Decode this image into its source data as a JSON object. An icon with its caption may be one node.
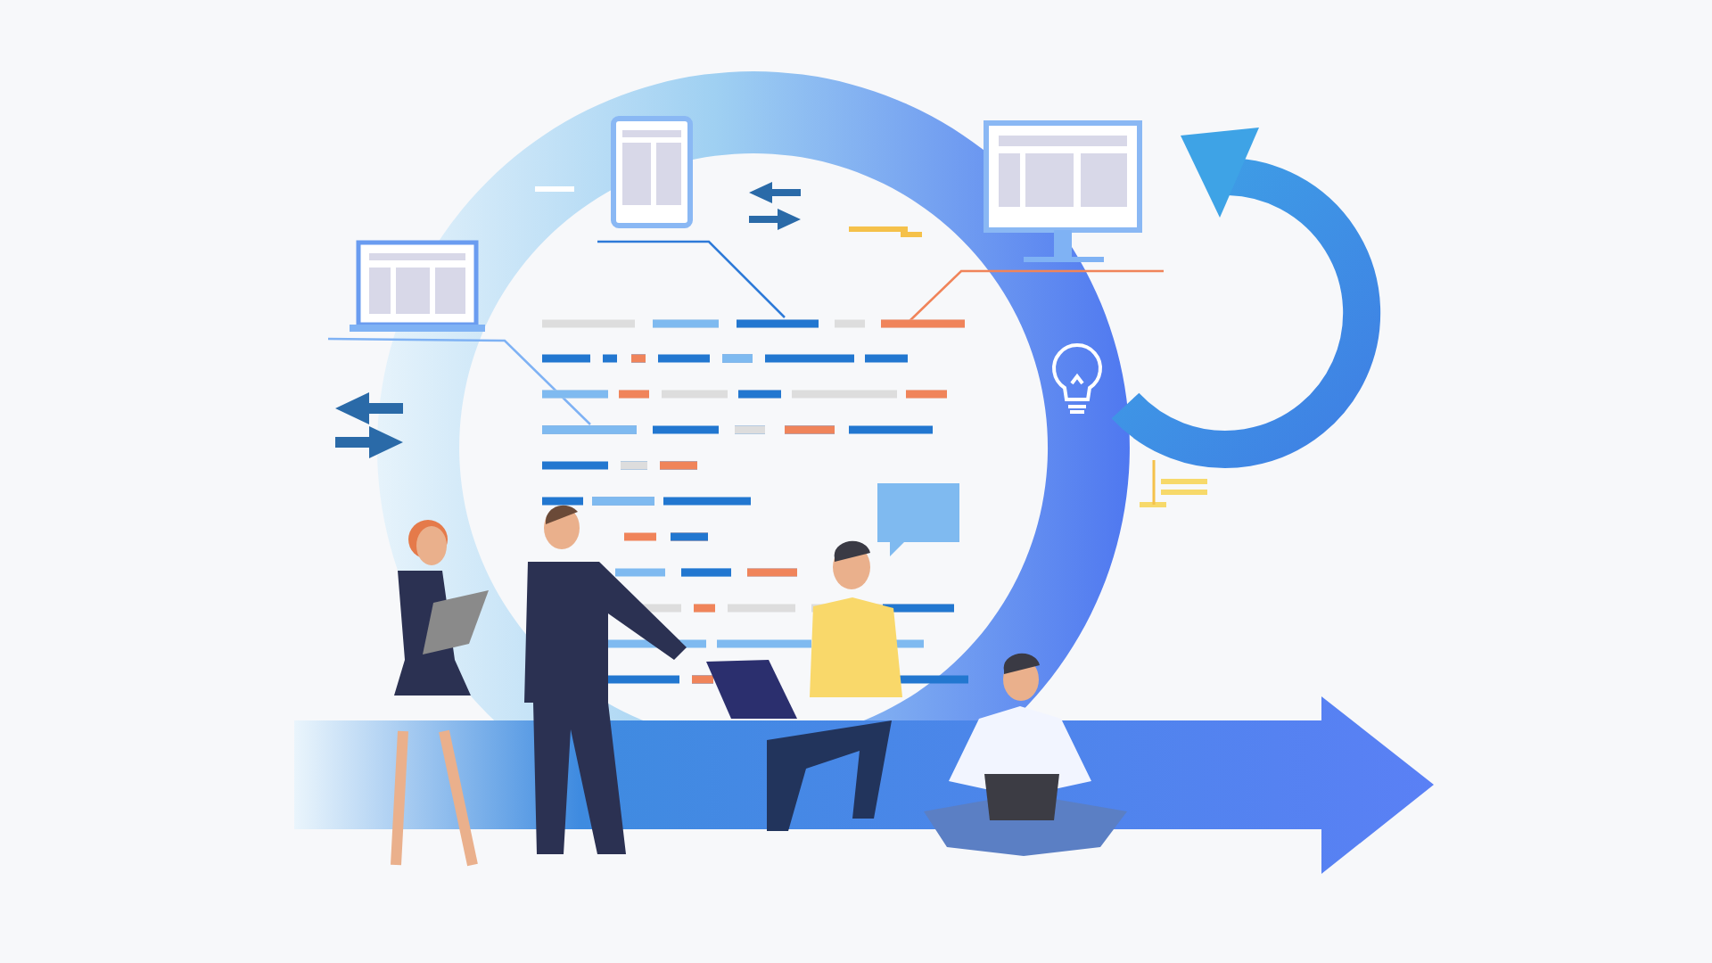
{
  "diagram": {
    "nodes": [
      {
        "text": [],
        "shape": "picture"
      },
      {
        "text": [],
        "shape": "picture"
      },
      {
        "text": [],
        "shape": "picture"
      }
    ],
    "edges": [
      {
        "from": 0,
        "to": null,
        "arrow": "none",
        "color": "#7fb2f4"
      },
      {
        "from": 1,
        "to": null,
        "arrow": "none",
        "color": "#2e7ad8"
      },
      {
        "from": 2,
        "to": null,
        "arrow": "none",
        "color": "#f0845a"
      }
    ]
  }
}
